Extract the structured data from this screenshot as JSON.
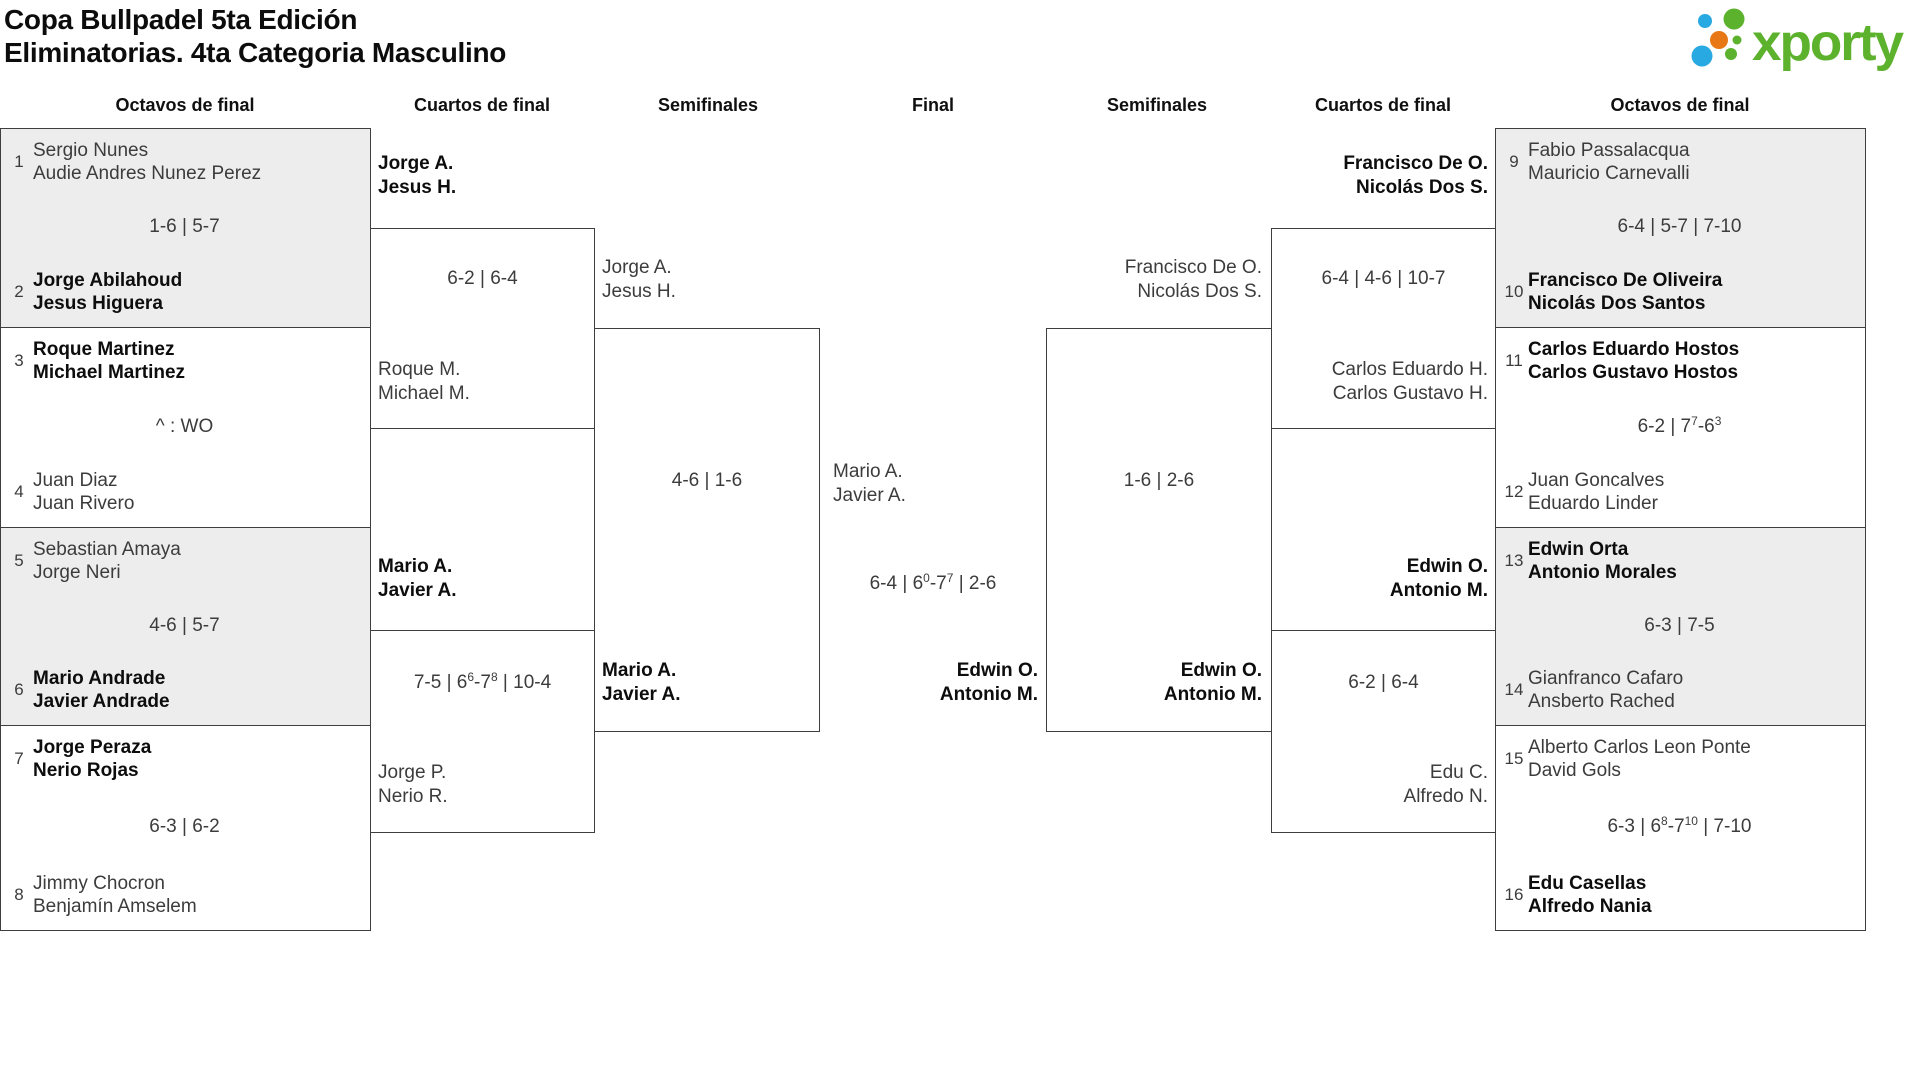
{
  "title": {
    "line1": "Copa Bullpadel 5ta Edición",
    "line2": "Eliminatorias. 4ta Categoria Masculino"
  },
  "logo": {
    "brand": "xporty",
    "colors": {
      "green": "#5cb22d",
      "blue": "#29a9e1",
      "orange": "#e87816"
    }
  },
  "round_headers": [
    "Octavos de final",
    "Cuartos de final",
    "Semifinales",
    "Final",
    "Semifinales",
    "Cuartos de final",
    "Octavos de final"
  ],
  "r16": [
    {
      "side": "left",
      "band": 0,
      "shaded": true,
      "seed_top": "1",
      "team_top": [
        "Sergio Nunes",
        "Audie Andres Nunez Perez"
      ],
      "top_winner": false,
      "score": "1-6 | 5-7",
      "seed_bottom": "2",
      "team_bottom": [
        "Jorge Abilahoud",
        "Jesus Higuera"
      ],
      "bottom_winner": true
    },
    {
      "side": "left",
      "band": 1,
      "shaded": false,
      "seed_top": "3",
      "team_top": [
        "Roque Martinez",
        "Michael Martinez"
      ],
      "top_winner": true,
      "score": "^ : WO",
      "seed_bottom": "4",
      "team_bottom": [
        "Juan Diaz",
        "Juan Rivero"
      ],
      "bottom_winner": false
    },
    {
      "side": "left",
      "band": 2,
      "shaded": true,
      "seed_top": "5",
      "team_top": [
        "Sebastian Amaya",
        "Jorge Neri"
      ],
      "top_winner": false,
      "score": "4-6 | 5-7",
      "seed_bottom": "6",
      "team_bottom": [
        "Mario Andrade",
        "Javier Andrade"
      ],
      "bottom_winner": true
    },
    {
      "side": "left",
      "band": 3,
      "shaded": false,
      "seed_top": "7",
      "team_top": [
        "Jorge Peraza",
        "Nerio Rojas"
      ],
      "top_winner": true,
      "score": "6-3 | 6-2",
      "seed_bottom": "8",
      "team_bottom": [
        "Jimmy Chocron",
        "Benjamín Amselem"
      ],
      "bottom_winner": false
    },
    {
      "side": "right",
      "band": 0,
      "shaded": true,
      "seed_top": "9",
      "team_top": [
        "Fabio Passalacqua",
        "Mauricio Carnevalli"
      ],
      "top_winner": false,
      "score": "6-4 | 5-7 | 7-10",
      "seed_bottom": "10",
      "team_bottom": [
        "Francisco De Oliveira",
        "Nicolás Dos Santos"
      ],
      "bottom_winner": true
    },
    {
      "side": "right",
      "band": 1,
      "shaded": false,
      "seed_top": "11",
      "team_top": [
        "Carlos Eduardo Hostos",
        "Carlos Gustavo Hostos"
      ],
      "top_winner": true,
      "score": "6-2 | 7^7-6^3",
      "seed_bottom": "12",
      "team_bottom": [
        "Juan Goncalves",
        "Eduardo Linder"
      ],
      "bottom_winner": false
    },
    {
      "side": "right",
      "band": 2,
      "shaded": true,
      "seed_top": "13",
      "team_top": [
        "Edwin Orta",
        "Antonio Morales"
      ],
      "top_winner": true,
      "score": "6-3 | 7-5",
      "seed_bottom": "14",
      "team_bottom": [
        "Gianfranco Cafaro",
        "Ansberto Rached"
      ],
      "bottom_winner": false
    },
    {
      "side": "right",
      "band": 3,
      "shaded": false,
      "seed_top": "15",
      "team_top": [
        "Alberto Carlos Leon Ponte",
        "David Gols"
      ],
      "top_winner": false,
      "score": "6-3 | 6^8-7^10 | 7-10",
      "seed_bottom": "16",
      "team_bottom": [
        "Edu Casellas",
        "Alfredo Nania"
      ],
      "bottom_winner": true
    }
  ],
  "quarterfinals": [
    {
      "side": "left",
      "slot": 0,
      "winner": [
        "Jorge A.",
        "Jesus H."
      ],
      "score": "6-2 | 6-4",
      "loser": [
        "Roque M.",
        "Michael M."
      ]
    },
    {
      "side": "left",
      "slot": 1,
      "winner": [
        "Mario A.",
        "Javier A."
      ],
      "score": "7-5 | 6^6-7^8 | 10-4",
      "loser": [
        "Jorge P.",
        "Nerio R."
      ]
    },
    {
      "side": "right",
      "slot": 0,
      "winner": [
        "Francisco De O.",
        "Nicolás Dos S."
      ],
      "score": "6-4 | 4-6 | 10-7",
      "loser": [
        "Carlos Eduardo H.",
        "Carlos Gustavo H."
      ]
    },
    {
      "side": "right",
      "slot": 1,
      "winner": [
        "Edwin O.",
        "Antonio M."
      ],
      "score": "6-2 | 6-4",
      "loser": [
        "Edu C.",
        "Alfredo N."
      ]
    }
  ],
  "semifinals": [
    {
      "side": "left",
      "top": [
        "Jorge A.",
        "Jesus H."
      ],
      "top_winner": false,
      "score": "4-6 | 1-6",
      "bottom": [
        "Mario A.",
        "Javier A."
      ],
      "bottom_winner": true
    },
    {
      "side": "right",
      "top": [
        "Francisco De O.",
        "Nicolás Dos S."
      ],
      "top_winner": false,
      "score": "1-6 | 2-6",
      "bottom": [
        "Edwin O.",
        "Antonio M."
      ],
      "bottom_winner": true
    }
  ],
  "final": {
    "top": [
      "Mario A.",
      "Javier A."
    ],
    "top_winner": false,
    "score": "6-4 | 6^0-7^7 | 2-6",
    "bottom": [
      "Edwin O.",
      "Antonio M."
    ],
    "bottom_winner": true
  }
}
